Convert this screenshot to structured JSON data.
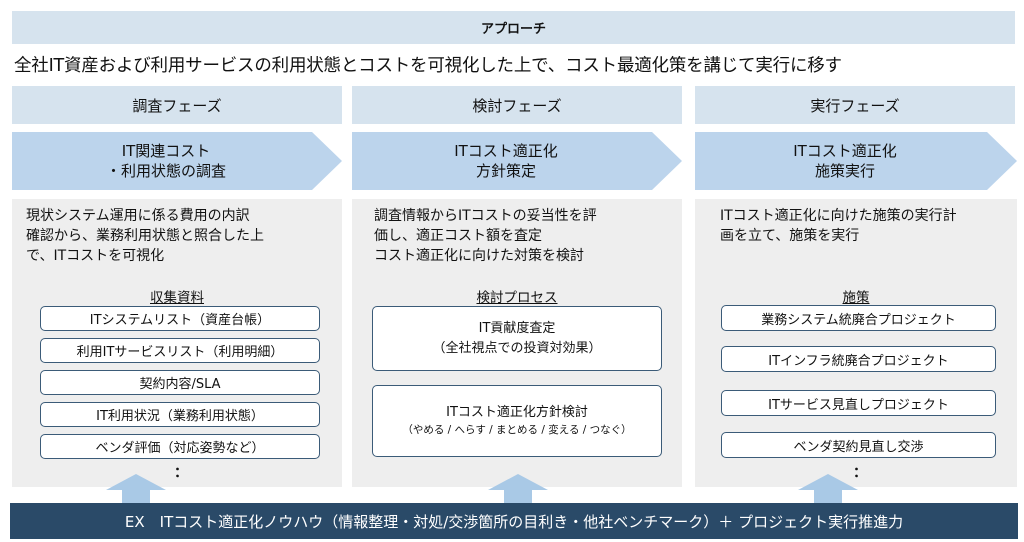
{
  "approach_label": "アプローチ",
  "headline": "全社IT資産および利用サービスの利用状態とコストを可視化した上で、コスト最適化策を講じて実行に移す",
  "phases": [
    {
      "title": "調査フェーズ",
      "chevron": [
        "IT関連コスト",
        "・利用状態の調査"
      ],
      "description": [
        "現状システム運用に係る費用の内訳",
        "確認から、業務利用状態と照合した上",
        "で、ITコストを可視化"
      ],
      "sub_label": "収集資料",
      "items": [
        "ITシステムリスト（資産台帳）",
        "利用ITサービスリスト（利用明細）",
        "契約内容/SLA",
        "IT利用状況（業務利用状態）",
        "ベンダ評価（対応姿勢など）"
      ],
      "ellipsis": "："
    },
    {
      "title": "検討フェーズ",
      "chevron": [
        "ITコスト適正化",
        "方針策定"
      ],
      "description": [
        "調査情報からITコストの妥当性を評",
        "価し、適正コスト額を査定",
        "コスト適正化に向けた対策を検討"
      ],
      "sub_label": "検討プロセス",
      "processes": [
        {
          "title": "IT貢献度査定",
          "note": "（全社視点での投資対効果）"
        },
        {
          "title": "ITコスト適正化方針検討",
          "note": "（やめる / へらす / まとめる / 変える / つなぐ）"
        }
      ]
    },
    {
      "title": "実行フェーズ",
      "chevron": [
        "ITコスト適正化",
        "施策実行"
      ],
      "description": [
        "ITコスト適正化に向けた施策の実行計",
        "画を立て、施策を実行"
      ],
      "sub_label": "施策",
      "items": [
        "業務システム統廃合プロジェクト",
        "ITインフラ統廃合プロジェクト",
        "ITサービス見直しプロジェクト",
        "ベンダ契約見直し交渉"
      ],
      "ellipsis": "："
    }
  ],
  "footer": "EX　ITコスト適正化ノウハウ（情報整理・対処/交渉箇所の目利き・他社ベンチマーク）＋ プロジェクト実行推進力",
  "colors": {
    "header_fill": "#d6e3ee",
    "chevron_fill": "#bcd4ec",
    "panel_fill": "#eeeeee",
    "box_border": "#3b5b78",
    "arrow_fill": "#a9c9e6",
    "footer_fill": "#2a4a68"
  }
}
